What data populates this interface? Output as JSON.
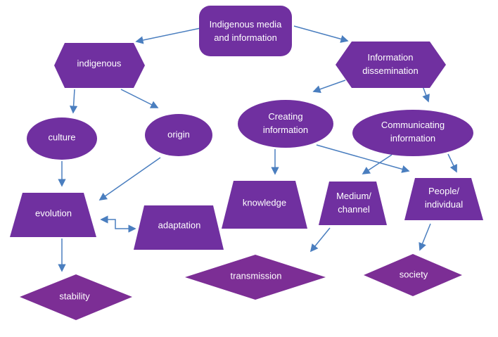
{
  "title": "Indigenous media and information concept diagram",
  "colors": {
    "node_fill": "#7030A0",
    "diamond_fill": "#7C2E95",
    "arrow": "#4a7ebf",
    "text": "#ffffff",
    "background": "#ffffff"
  },
  "nodes": {
    "root": {
      "label": "Indigenous media and information",
      "shape": "rounded-rectangle"
    },
    "indigenous": {
      "label": "indigenous",
      "shape": "hexagon"
    },
    "dissemination": {
      "label": "Information dissemination",
      "shape": "hexagon"
    },
    "culture": {
      "label": "culture",
      "shape": "ellipse"
    },
    "origin": {
      "label": "origin",
      "shape": "ellipse"
    },
    "creating": {
      "label": "Creating information",
      "shape": "ellipse"
    },
    "communicating": {
      "label": "Communicating information",
      "shape": "ellipse"
    },
    "evolution": {
      "label": "evolution",
      "shape": "trapezoid"
    },
    "adaptation": {
      "label": "adaptation",
      "shape": "trapezoid"
    },
    "knowledge": {
      "label": "knowledge",
      "shape": "trapezoid"
    },
    "medium": {
      "label": "Medium/ channel",
      "shape": "trapezoid"
    },
    "people": {
      "label": "People/ individual",
      "shape": "trapezoid"
    },
    "stability": {
      "label": "stability",
      "shape": "diamond"
    },
    "transmission": {
      "label": "transmission",
      "shape": "diamond"
    },
    "society": {
      "label": "society",
      "shape": "diamond"
    }
  },
  "edges": [
    {
      "from": "root",
      "to": "indigenous"
    },
    {
      "from": "root",
      "to": "dissemination"
    },
    {
      "from": "indigenous",
      "to": "culture"
    },
    {
      "from": "indigenous",
      "to": "origin"
    },
    {
      "from": "culture",
      "to": "evolution"
    },
    {
      "from": "origin",
      "to": "evolution"
    },
    {
      "from": "evolution",
      "to": "adaptation",
      "bidirectional": true
    },
    {
      "from": "evolution",
      "to": "stability"
    },
    {
      "from": "dissemination",
      "to": "creating"
    },
    {
      "from": "dissemination",
      "to": "communicating"
    },
    {
      "from": "creating",
      "to": "knowledge"
    },
    {
      "from": "creating",
      "to": "people"
    },
    {
      "from": "communicating",
      "to": "medium"
    },
    {
      "from": "communicating",
      "to": "people"
    },
    {
      "from": "medium",
      "to": "transmission"
    },
    {
      "from": "people",
      "to": "society"
    }
  ]
}
